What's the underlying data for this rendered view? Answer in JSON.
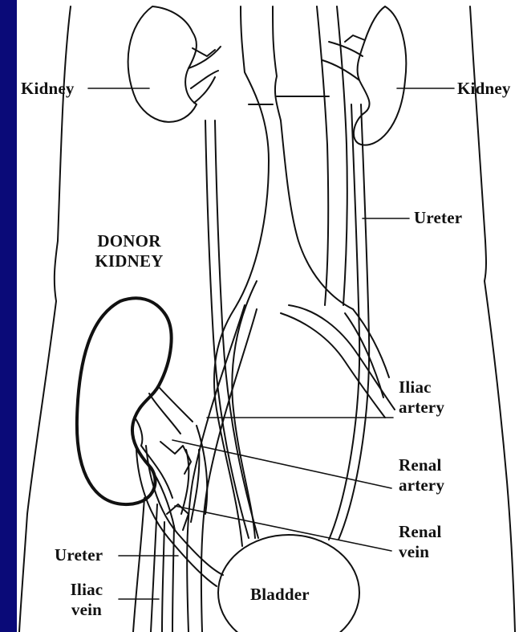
{
  "labels": {
    "kidney_left": "Kidney",
    "kidney_right": "Kidney",
    "ureter_right": "Ureter",
    "donor_line1": "DONOR",
    "donor_line2": "KIDNEY",
    "iliac_artery_line1": "Iliac",
    "iliac_artery_line2": "artery",
    "renal_artery_line1": "Renal",
    "renal_artery_line2": "artery",
    "renal_vein_line1": "Renal",
    "renal_vein_line2": "vein",
    "ureter_left": "Ureter",
    "iliac_vein_line1": "Iliac",
    "iliac_vein_line2": "vein",
    "bladder": "Bladder"
  },
  "colors": {
    "frame": "#0a0a78",
    "background": "#ffffff",
    "ink": "#111111"
  }
}
